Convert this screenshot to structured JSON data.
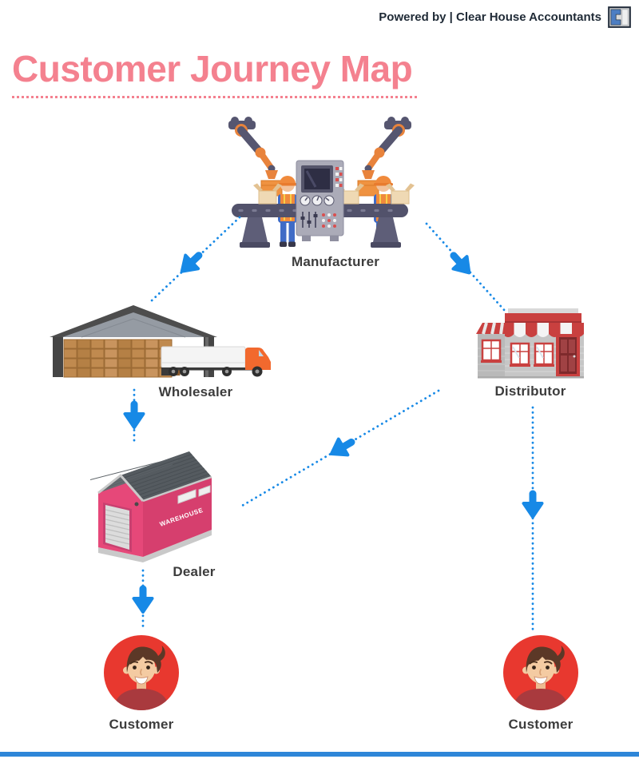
{
  "header": {
    "powered_by_label": "Powered by | Clear House Accountants",
    "logo": "clear-house-accountants-logo"
  },
  "title": "Customer Journey Map",
  "diagram": {
    "nodes": [
      {
        "id": "manufacturer",
        "label": "Manufacturer",
        "icon": "factory-assembly-line-illustration"
      },
      {
        "id": "wholesaler",
        "label": "Wholesaler",
        "icon": "warehouse-with-truck-illustration"
      },
      {
        "id": "distributor",
        "label": "Distributor",
        "icon": "storefront-illustration"
      },
      {
        "id": "dealer",
        "label": "Dealer",
        "icon": "pink-warehouse-illustration",
        "sign_text": "WAREHOUSE"
      },
      {
        "id": "customer-left",
        "label": "Customer",
        "icon": "customer-avatar-illustration"
      },
      {
        "id": "customer-right",
        "label": "Customer",
        "icon": "customer-avatar-illustration"
      }
    ],
    "edges": [
      {
        "from": "manufacturer",
        "to": "wholesaler"
      },
      {
        "from": "manufacturer",
        "to": "distributor"
      },
      {
        "from": "wholesaler",
        "to": "dealer"
      },
      {
        "from": "distributor",
        "to": "dealer"
      },
      {
        "from": "distributor",
        "to": "customer-right"
      },
      {
        "from": "dealer",
        "to": "customer-left"
      }
    ],
    "arrow_style": "dotted-blue"
  },
  "colors": {
    "title_pink": "#F4818F",
    "arrow_blue": "#1789E6",
    "footer_bar_blue": "#2E86D8",
    "label_text": "#3C3C3C",
    "header_text": "#1F2A36"
  }
}
